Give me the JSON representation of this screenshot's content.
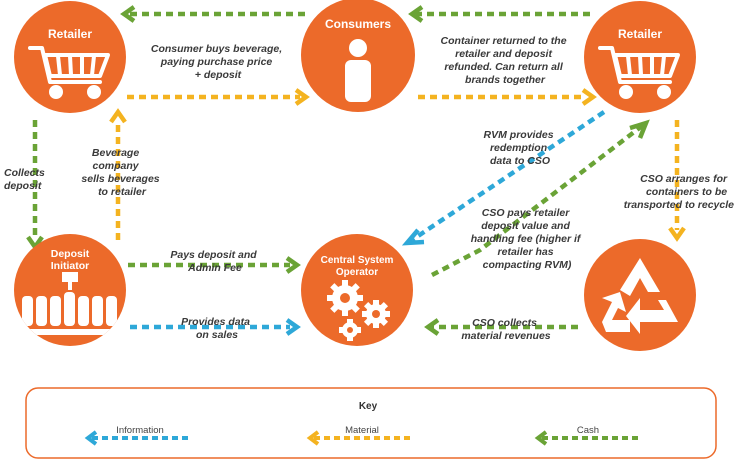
{
  "colors": {
    "node_orange": "#ec6a2a",
    "cash_green": "#6aa336",
    "material_yellow": "#f4b320",
    "information_blue": "#2ea8d8"
  },
  "nodes": {
    "retailer_left": {
      "title": "Retailer",
      "icon": "shopping-cart-icon"
    },
    "consumers": {
      "title": "Consumers",
      "icon": "person-icon"
    },
    "retailer_right": {
      "title": "Retailer",
      "icon": "shopping-cart-icon"
    },
    "deposit_initiator": {
      "title_line1": "Deposit",
      "title_line2": "Initiator",
      "icon": "bottling-line-icon"
    },
    "central_system_operator": {
      "title_line1": "Central System",
      "title_line2": "Operator",
      "icon": "gears-icon"
    },
    "recycling": {
      "icon": "recycle-icon"
    }
  },
  "flows": {
    "consumer_buys": [
      "Consumer buys beverage,",
      "paying purchase price",
      "+ deposit"
    ],
    "container_returned": [
      "Container returned to the",
      "retailer and deposit",
      "refunded. Can return all",
      "brands together"
    ],
    "collects_deposit": [
      "Collects",
      "deposit"
    ],
    "beverage_company_sells": [
      "Beverage",
      "company",
      "sells beverages",
      "to retailer"
    ],
    "rvm_redemption": [
      "RVM provides",
      "redemption",
      "data to CSO"
    ],
    "cso_pays_retailer": [
      "CSO pays retailer",
      "deposit value and",
      "handling fee (higher if",
      "retailer has",
      "compacting RVM)"
    ],
    "cso_arranges_transport": [
      "CSO arranges for",
      "containers to be",
      "transported to recycle"
    ],
    "pays_deposit_admin": [
      "Pays deposit and",
      "Admin Fee"
    ],
    "provides_data_sales": [
      "Provides data",
      "on sales"
    ],
    "cso_collects_revenues": [
      "CSO collects",
      "material revenues"
    ]
  },
  "key": {
    "title": "Key",
    "information": "Information",
    "material": "Material",
    "cash": "Cash"
  }
}
